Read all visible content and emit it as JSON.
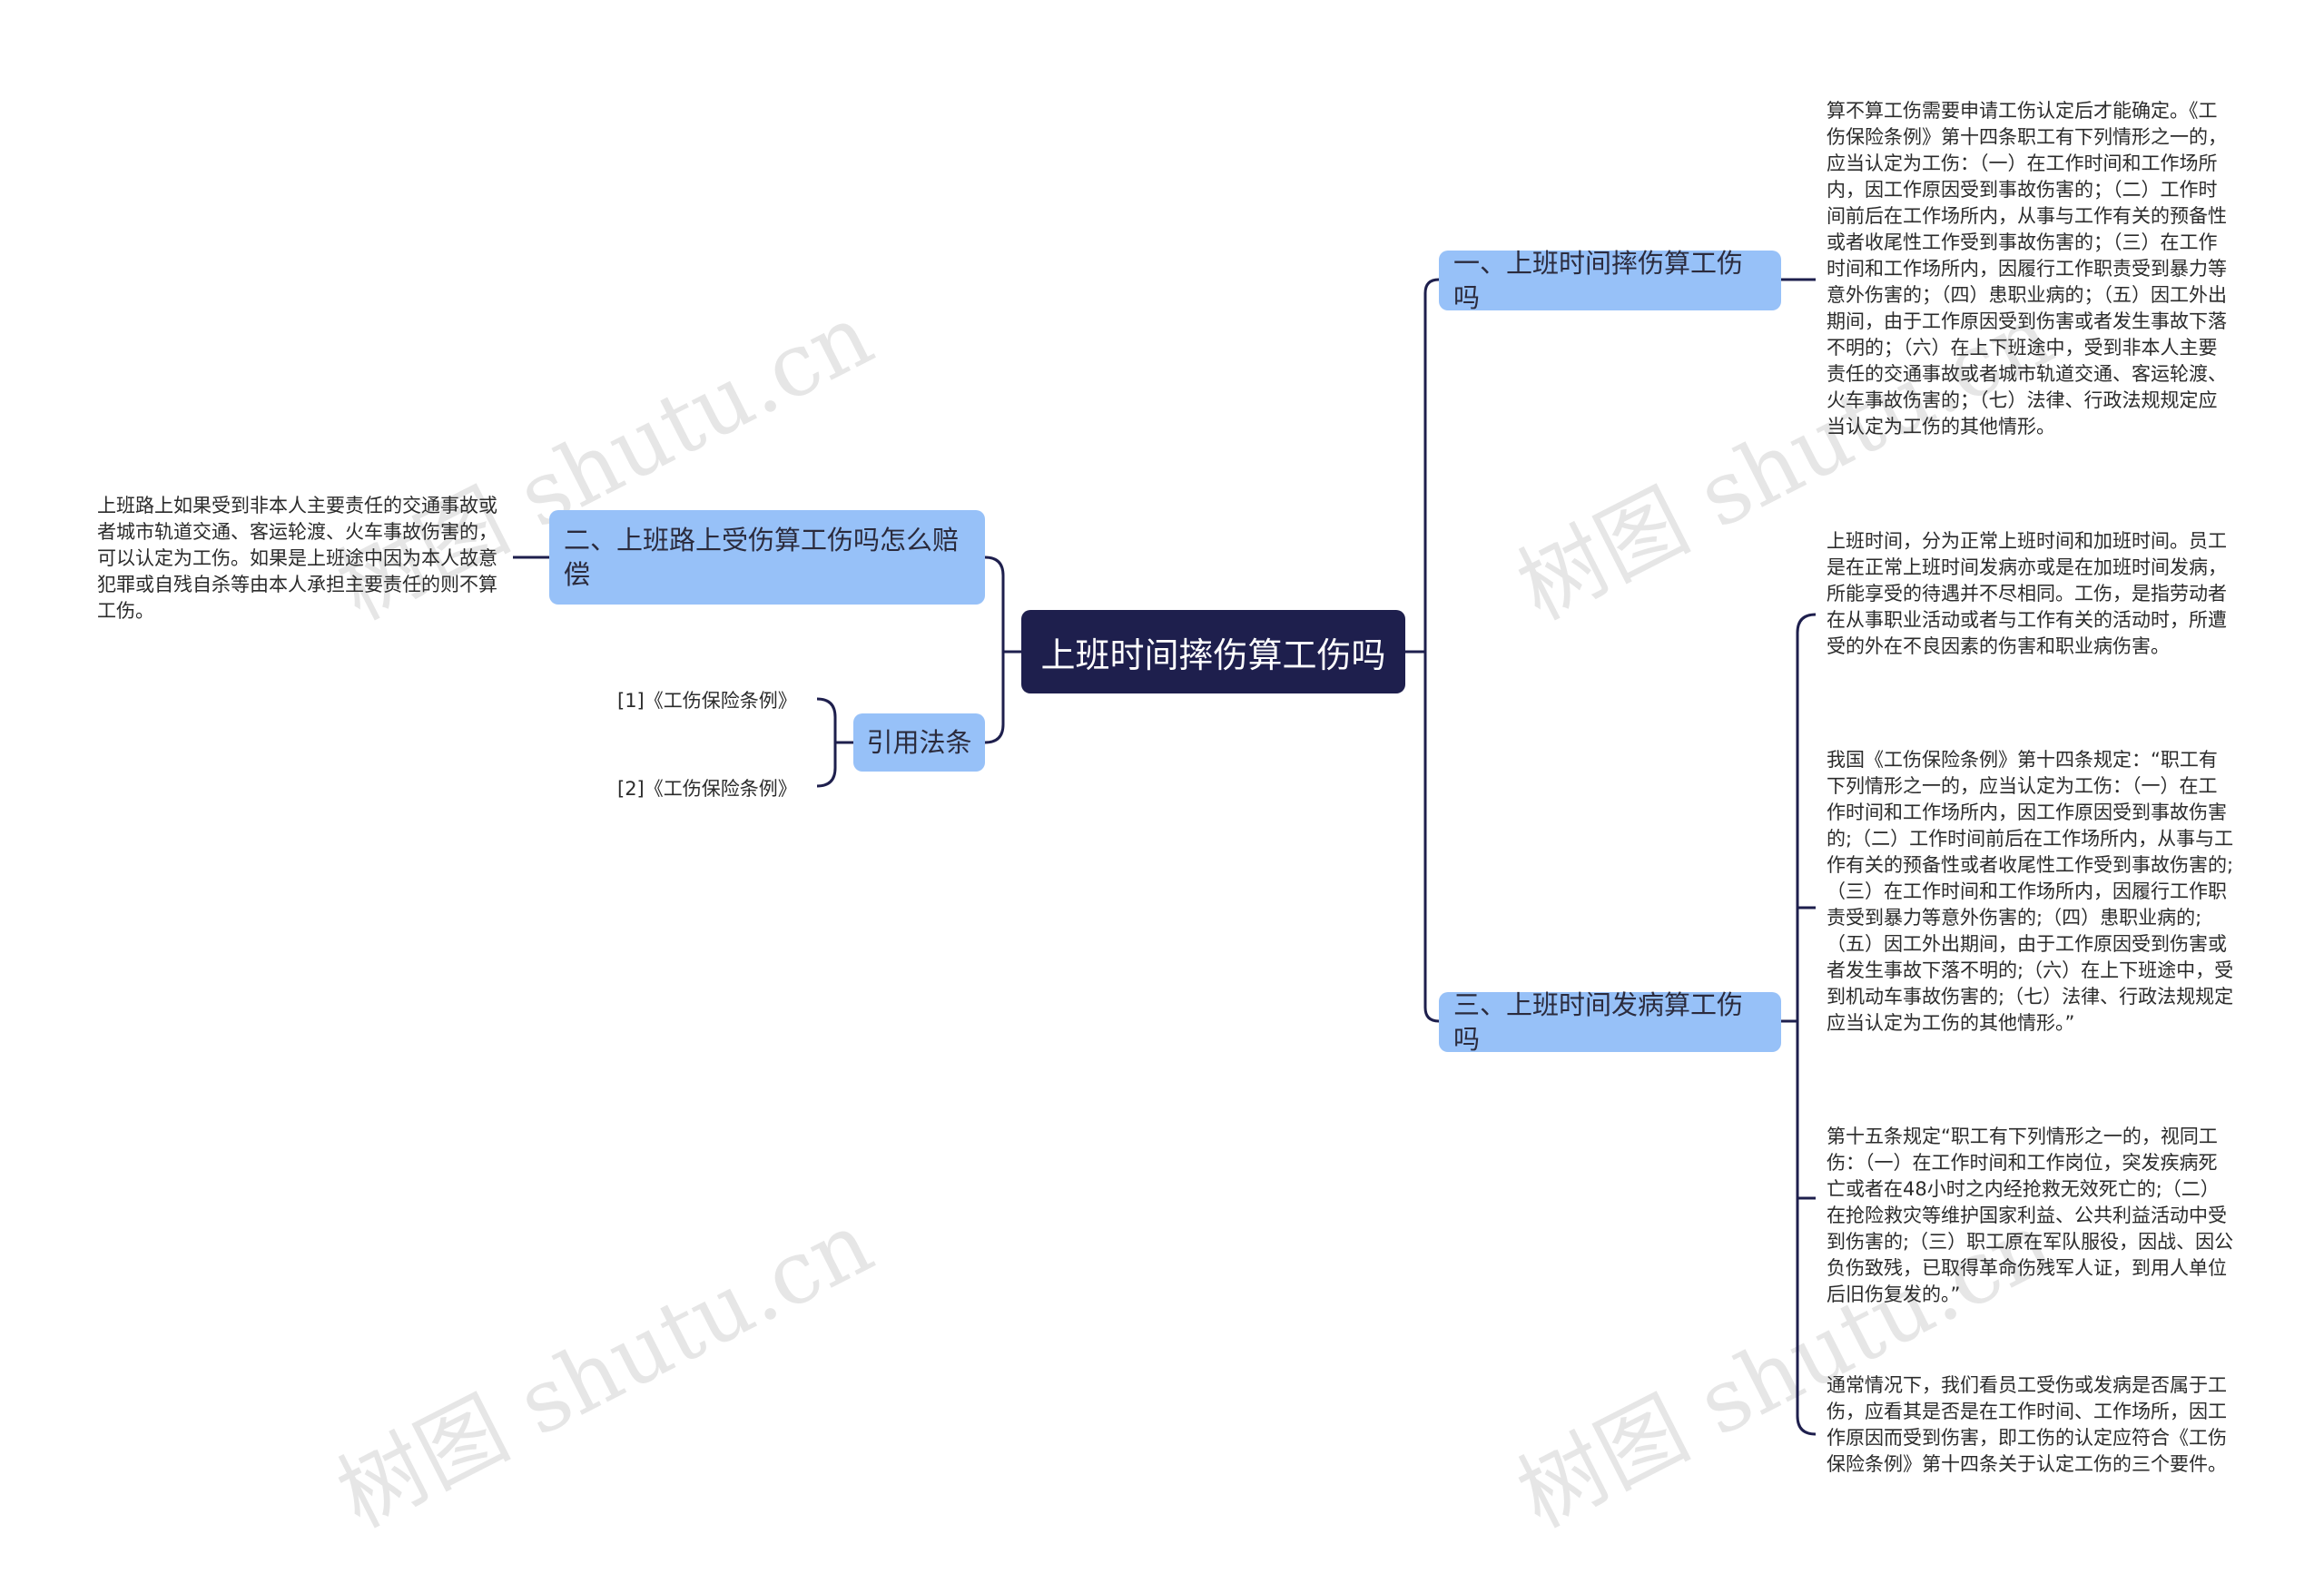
{
  "root": {
    "label": "上班时间摔伤算工伤吗"
  },
  "branches": {
    "b1": {
      "label": "一、上班时间摔伤算工伤吗",
      "text": "算不算工伤需要申请工伤认定后才能确定。《工伤保险条例》第十四条职工有下列情形之一的，应当认定为工伤：（一）在工作时间和工作场所内，因工作原因受到事故伤害的；（二）工作时间前后在工作场所内，从事与工作有关的预备性或者收尾性工作受到事故伤害的；（三）在工作时间和工作场所内，因履行工作职责受到暴力等意外伤害的；（四）患职业病的；（五）因工外出期间，由于工作原因受到伤害或者发生事故下落不明的；（六）在上下班途中，受到非本人主要责任的交通事故或者城市轨道交通、客运轮渡、火车事故伤害的；（七）法律、行政法规规定应当认定为工伤的其他情形。"
    },
    "b2": {
      "label": "二、上班路上受伤算工伤吗怎么赔偿",
      "text": "上班路上如果受到非本人主要责任的交通事故或者城市轨道交通、客运轮渡、火车事故伤害的，可以认定为工伤。如果是上班途中因为本人故意犯罪或自残自杀等由本人承担主要责任的则不算工伤。"
    },
    "b3": {
      "label": "三、上班时间发病算工伤吗",
      "texts": [
        "上班时间，分为正常上班时间和加班时间。员工是在正常上班时间发病亦或是在加班时间发病，所能享受的待遇并不尽相同。工伤，是指劳动者在从事职业活动或者与工作有关的活动时，所遭受的外在不良因素的伤害和职业病伤害。",
        "我国《工伤保险条例》第十四条规定：“职工有下列情形之一的，应当认定为工伤：（一）在工作时间和工作场所内，因工作原因受到事故伤害的;（二）工作时间前后在工作场所内，从事与工作有关的预备性或者收尾性工作受到事故伤害的;（三）在工作时间和工作场所内，因履行工作职责受到暴力等意外伤害的;（四）患职业病的;（五）因工外出期间，由于工作原因受到伤害或者发生事故下落不明的;（六）在上下班途中，受到机动车事故伤害的;（七）法律、行政法规规定应当认定为工伤的其他情形。”",
        "第十五条规定“职工有下列情形之一的，视同工伤：（一）在工作时间和工作岗位，突发疾病死亡或者在48小时之内经抢救无效死亡的;（二）在抢险救灾等维护国家利益、公共利益活动中受到伤害的;（三）职工原在军队服役，因战、因公负伤致残，已取得革命伤残军人证，到用人单位后旧伤复发的。”",
        "通常情况下，我们看员工受伤或发病是否属于工伤，应看其是否是在工作时间、工作场所，因工作原因而受到伤害，即工伤的认定应符合《工伤保险条例》第十四条关于认定工伤的三个要件。"
      ]
    },
    "cite": {
      "label": "引用法条",
      "items": [
        "[1]《工伤保险条例》",
        "[2]《工伤保险条例》"
      ]
    }
  },
  "watermark": "树图 shutu.cn"
}
